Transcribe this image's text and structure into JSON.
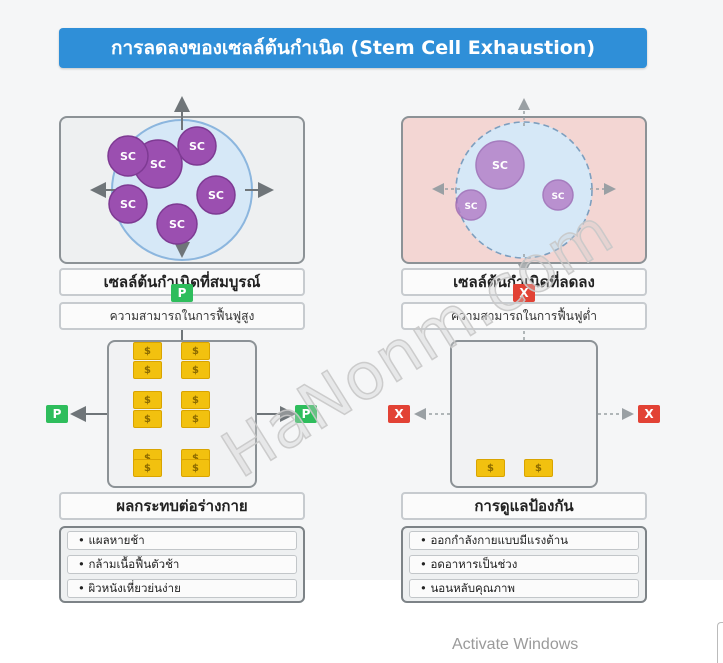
{
  "title": "การลดลงของเซลล์ต้นกำเนิด (Stem Cell Exhaustion)",
  "cell_label": "SC",
  "left": {
    "header": "เซลล์ต้นกำเนิดที่สมบูรณ์",
    "subheader": "ความสามารถในการฟื้นฟูสูง",
    "tag": "P",
    "effects_header": "ผลกระทบต่อร่างกาย",
    "effects": [
      "• แผลหายช้า",
      "• กล้ามเนื้อฟื้นตัวช้า",
      "• ผิวหนังเหี่ยวย่นง่าย"
    ]
  },
  "right": {
    "header": "เซลล์ต้นกำเนิดที่ลดลง",
    "subheader": "ความสามารถในการฟื้นฟูต่ำ",
    "tag": "X",
    "care_header": "การดูแลป้องกัน",
    "care": [
      "• ออกกำลังกายแบบมีแรงต้าน",
      "• อดอาหารเป็นช่วง",
      "• นอนหลับคุณภาพ"
    ]
  },
  "coin_symbol": "$",
  "watermark": "HaNonm.com",
  "os_notice": "Activate Windows",
  "colors": {
    "title_bg": "#2f8fd8",
    "cell": "#9b4fb0",
    "cell_faded": "#b27bc6",
    "healthy_panel": "#eef0f1",
    "depleted_panel": "#f3d6d3",
    "niche": "#d6e8f7",
    "positive": "#2ebd5c",
    "negative": "#e24235",
    "coin": "#f2c10f"
  }
}
